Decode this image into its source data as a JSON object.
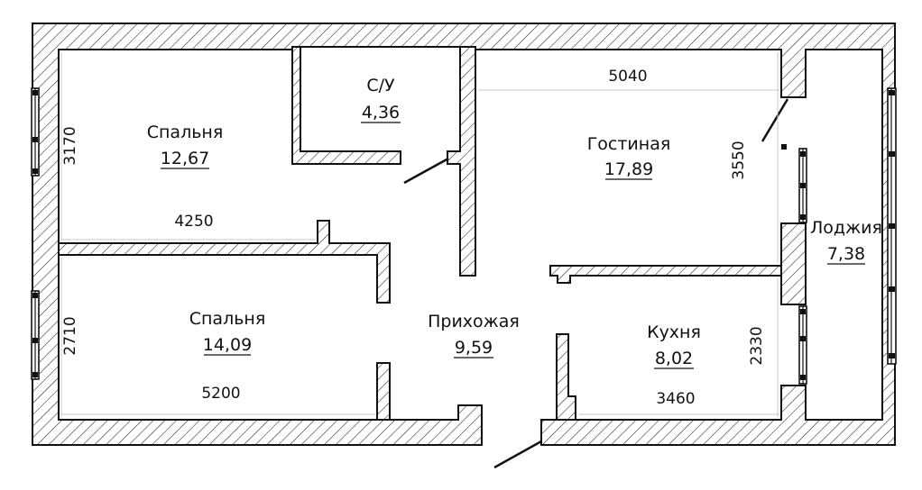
{
  "rooms": {
    "bedroom1": {
      "name": "Спальня",
      "area": "12,67"
    },
    "bathroom": {
      "name": "С/У",
      "area": "4,36"
    },
    "living": {
      "name": "Гостиная",
      "area": "17,89"
    },
    "loggia": {
      "name": "Лоджия",
      "area": "7,38"
    },
    "bedroom2": {
      "name": "Спальня",
      "area": "14,09"
    },
    "hall": {
      "name": "Прихожая",
      "area": "9,59"
    },
    "kitchen": {
      "name": "Кухня",
      "area": "8,02"
    }
  },
  "dimensions": {
    "bedroom1_height": "3170",
    "bedroom1_width": "4250",
    "living_width": "5040",
    "living_height": "3550",
    "bedroom2_height": "2710",
    "bedroom2_width": "5200",
    "kitchen_height": "2330",
    "kitchen_width": "3460"
  }
}
